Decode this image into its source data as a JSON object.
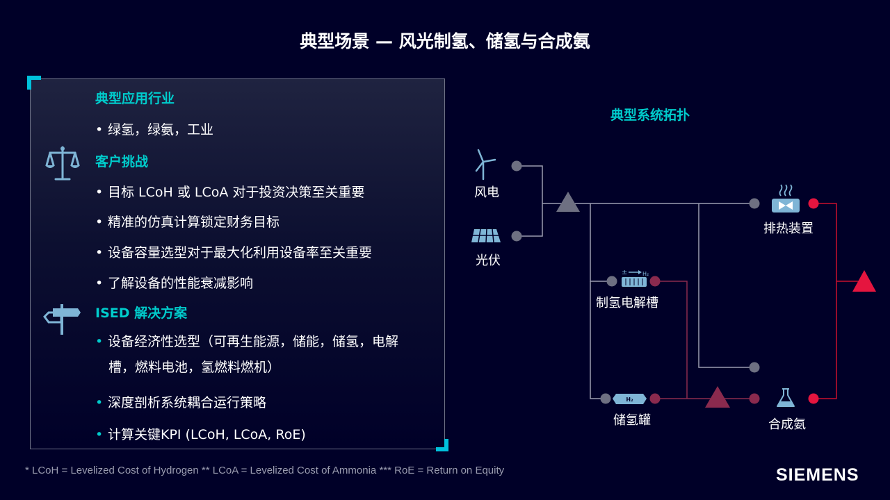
{
  "title": "典型场景 — 风光制氢、储氢与合成氨",
  "panel": {
    "industry": {
      "heading": "典型应用行业",
      "bullets": [
        "绿氢，绿氨，工业"
      ]
    },
    "challenge": {
      "heading": "客户挑战",
      "icon": "scales-icon",
      "bullets": [
        "目标 LCoH 或 LCoA 对于投资决策至关重要",
        "精准的仿真计算锁定财务目标",
        "设备容量选型对于最大化利用设备率至关重要",
        "了解设备的性能衰减影响"
      ]
    },
    "solution": {
      "heading": "ISED 解决方案",
      "icon": "signpost-icon",
      "bullet1_line1": "设备经济性选型（可再生能源，储能，储氢，电解",
      "bullet1_line2": "槽，燃料电池，氢燃料燃机）",
      "bullet2": "深度剖析系统耦合运行策略",
      "bullet3": "计算关键KPI (LCoH, LCoA, RoE)"
    }
  },
  "bullet_glyph": "•",
  "topology": {
    "title": "典型系统拓扑",
    "nodes": {
      "wind": "风电",
      "pv": "光伏",
      "heat": "排热装置",
      "electrolyzer": "制氢电解槽",
      "storage": "储氢罐",
      "ammonia": "合成氨"
    },
    "icon_text": {
      "electrolyzer_pm": "±",
      "electrolyzer_h2": "H₂",
      "tank_h2": "H₂"
    },
    "colors": {
      "power_line": "#9a9cb0",
      "h2_line": "#8a2a4e",
      "heat_line": "#c8102e",
      "grey_node": "#6e7082",
      "red_node": "#e5153f",
      "maroon_node": "#8a2a4e",
      "icon": "#7fb5d6"
    }
  },
  "footnote": "* LCoH = Levelized Cost of Hydrogen ** LCoA = Levelized Cost of Ammonia  *** RoE = Return on Equity",
  "logo": "SIEMENS",
  "colors": {
    "background": "#000028",
    "accent": "#00cccc",
    "text": "#ffffff"
  }
}
